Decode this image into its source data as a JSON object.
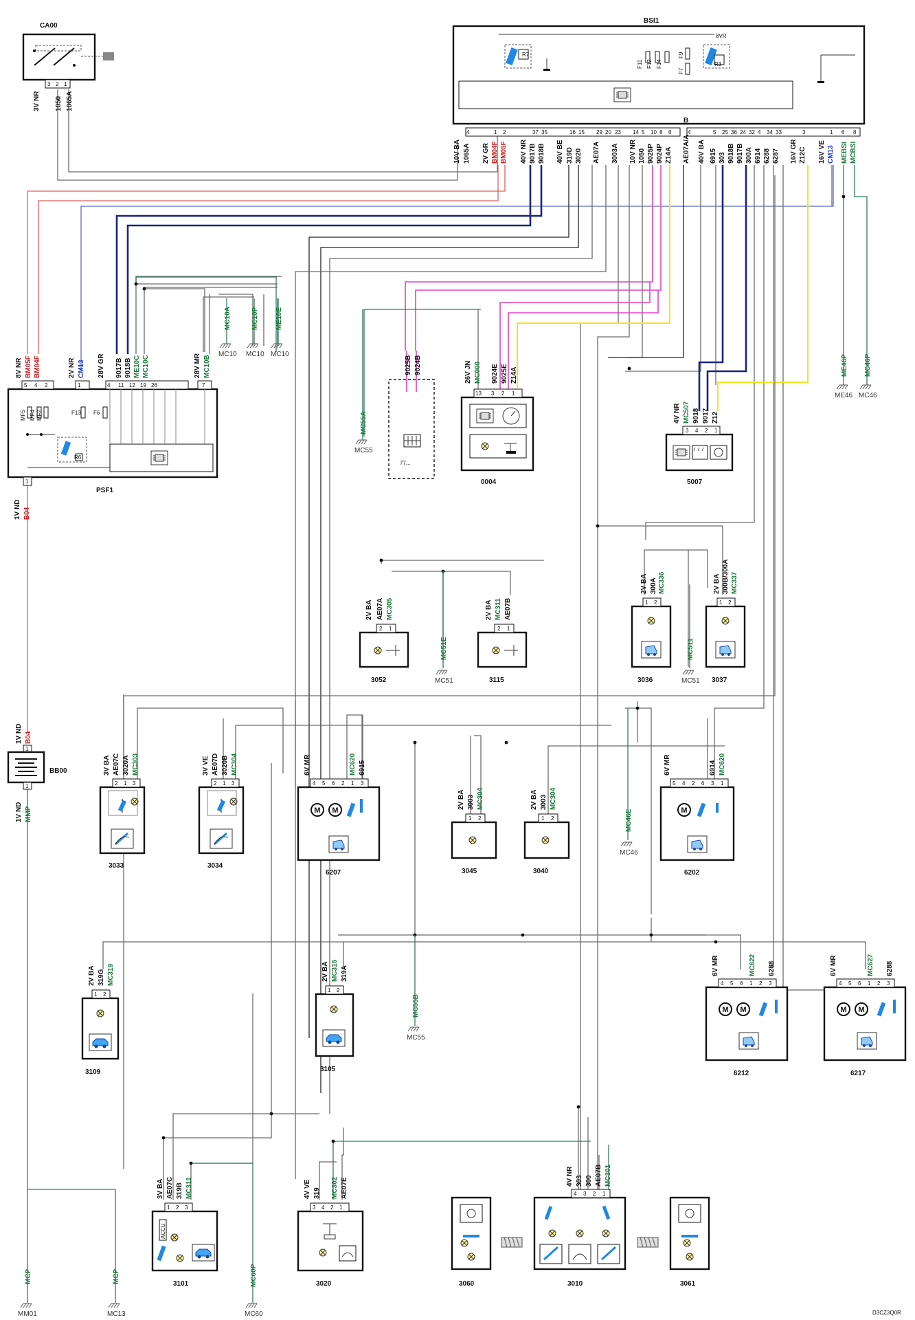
{
  "components": {
    "CA00": "CA00",
    "BSI1": "BSI1",
    "PSF1": "PSF1",
    "BB00": "BB00",
    "c0004": "0004",
    "c5007": "5007",
    "c3052": "3052",
    "c3115": "3115",
    "c3036": "3036",
    "c3037": "3037",
    "c3033": "3033",
    "c3034": "3034",
    "c6207": "6207",
    "c3045": "3045",
    "c3040": "3040",
    "c6202": "6202",
    "c3109": "3109",
    "c3105": "3105",
    "c6212": "6212",
    "c6217": "6217",
    "c3101": "3101",
    "c3020": "3020",
    "c3060": "3060",
    "c3010": "3010",
    "c3061": "3061",
    "c77": "77..."
  },
  "ca00": {
    "conn": "3V NR",
    "wires": [
      "1050",
      "1065A"
    ],
    "pins": [
      "3",
      "2",
      "1"
    ]
  },
  "bsi": {
    "relays": [
      "R7",
      "R3",
      "8VR"
    ],
    "fuses": [
      "F11",
      "F12",
      "F14",
      "F9",
      "F7"
    ],
    "marker": "B",
    "pinsA": [
      "4",
      "1",
      "2",
      "37",
      "35",
      "16",
      "15",
      "29",
      "20",
      "23",
      "14",
      "5",
      "10",
      "8",
      "6"
    ],
    "pinsB": [
      "4",
      "5",
      "25",
      "36",
      "24",
      "32",
      "4",
      "34",
      "33",
      "3",
      "1",
      "6",
      "8"
    ],
    "conns": [
      "10V BA",
      "2V GR",
      "40V NR",
      "40V BE",
      "10V NR",
      "40V BA",
      "16V GR",
      "16V VE"
    ],
    "wires_black": [
      "1065A",
      "9017B",
      "9018B",
      "319D",
      "3020",
      "AE07A",
      "3003A",
      "1050",
      "9025P",
      "9024P",
      "Z14A",
      "AE07A/A",
      "6915",
      "303",
      "9018B",
      "9017B",
      "300A",
      "6914",
      "6288",
      "6287",
      "Z12C"
    ],
    "wires_red": [
      "BM04F",
      "BM05F"
    ],
    "wires_blue": [
      "CM13"
    ],
    "wires_green": [
      "MEBSI",
      "MCBSI"
    ]
  },
  "psf": {
    "conns": [
      "8V NR",
      "2V NR",
      "28V GR",
      "28V MR"
    ],
    "pins": [
      "5",
      "4",
      "2",
      "1",
      "4",
      "11",
      "12",
      "19",
      "26",
      "7"
    ],
    "wires_red": [
      "BM05F",
      "BM04F"
    ],
    "wires_blue": [
      "CM13"
    ],
    "wires_black": [
      "9017B",
      "9018B"
    ],
    "wires_green": [
      "ME10C",
      "MC10C",
      "MC10B"
    ],
    "internals": [
      "MF5",
      "MF4",
      "MF2",
      "F13",
      "F6",
      "R6"
    ],
    "out_conn": "1V ND",
    "out_wire": "B04",
    "out_pin": "1"
  },
  "mc10": {
    "wires": [
      "MC10A",
      "MC10P",
      "ME10E"
    ],
    "gnd": [
      "MC10",
      "MC10",
      "MC10"
    ]
  },
  "mc55a": {
    "wire": "MC55A",
    "gnd": "MC55"
  },
  "box77": {
    "wires": [
      "9025B",
      "9024B"
    ]
  },
  "c0004": {
    "conn": "26V JN",
    "pins": [
      "13",
      "3",
      "2",
      "1"
    ],
    "wires": [
      "MC000",
      "9024E",
      "9025E",
      "Z14A"
    ]
  },
  "c5007": {
    "conn": "4V NR",
    "pins": [
      "3",
      "4",
      "2",
      "1"
    ],
    "wires": [
      "MC507",
      "9018",
      "9017",
      "Z12"
    ]
  },
  "me46": {
    "wires": [
      "ME46P",
      "MC46P"
    ],
    "gnd": [
      "ME46",
      "MC46"
    ]
  },
  "c3052": {
    "conn": "2V BA",
    "pins": [
      "2",
      "1"
    ],
    "wires": [
      "AE07A",
      "MC305"
    ]
  },
  "mc51e": {
    "wire": "MC51E",
    "gnd": "MC51"
  },
  "c3115": {
    "conn": "2V BA",
    "pins": [
      "2",
      "1"
    ],
    "wires": [
      "MC311",
      "AE07B"
    ]
  },
  "c3036": {
    "conn": "2V BA",
    "pins": [
      "1",
      "2"
    ],
    "wires": [
      "300A",
      "MC336"
    ]
  },
  "mc511": {
    "wire": "MC511",
    "gnd": "MC51"
  },
  "c3037": {
    "conn": "2V BA",
    "pins": [
      "1",
      "2"
    ],
    "wires": [
      "300B/300A",
      "MC337"
    ]
  },
  "bb00": {
    "top_conn": "1V ND",
    "top_wire": "B04",
    "bot_conn": "1V ND",
    "bot_wire": "MMP",
    "pins": [
      "1",
      "1"
    ]
  },
  "c3033": {
    "conn": "3V BA",
    "pins": [
      "2",
      "1",
      "3"
    ],
    "wires": [
      "AE07C",
      "3020A",
      "MC303"
    ]
  },
  "c3034": {
    "conn": "3V VE",
    "pins": [
      "2",
      "1",
      "3"
    ],
    "wires": [
      "AE07D",
      "3020B",
      "MC304"
    ]
  },
  "c6207": {
    "conn": "6V MR",
    "pins": [
      "4",
      "5",
      "6",
      "2",
      "1",
      "3"
    ],
    "wires": [
      "MC620",
      "6915"
    ]
  },
  "c3045": {
    "conn": "2V BA",
    "pins": [
      "1",
      "2"
    ],
    "wires": [
      "3003",
      "MC304"
    ]
  },
  "c3040": {
    "conn": "2V BA",
    "pins": [
      "1",
      "2"
    ],
    "wires": [
      "3003",
      "MC304"
    ]
  },
  "mc46e": {
    "wire": "MC46E",
    "gnd": "MC46"
  },
  "c6202": {
    "conn": "6V MR",
    "pins": [
      "5",
      "4",
      "2",
      "6",
      "3",
      "1"
    ],
    "wires": [
      "6914",
      "MC620"
    ]
  },
  "c3109": {
    "conn": "2V BA",
    "pins": [
      "1",
      "2"
    ],
    "wires": [
      "319G",
      "MC319"
    ]
  },
  "c3105": {
    "conn": "2V BA",
    "pins": [
      "1",
      "2"
    ],
    "wires": [
      "MC315",
      "319A"
    ]
  },
  "mc55b": {
    "wire": "MC55B",
    "gnd": "MC55"
  },
  "c6212": {
    "conn": "6V MR",
    "pins": [
      "4",
      "5",
      "6",
      "1",
      "2",
      "3"
    ],
    "wires": [
      "MC622",
      "6288"
    ]
  },
  "c6217": {
    "conn": "6V MR",
    "pins": [
      "4",
      "5",
      "6",
      "1",
      "2",
      "3"
    ],
    "wires": [
      "MC627",
      "6288"
    ]
  },
  "c3101": {
    "conn": "3V BA",
    "pins": [
      "1",
      "2",
      "3"
    ],
    "wires": [
      "AE07C",
      "319B",
      "MC311"
    ],
    "inner": "ACCU"
  },
  "mc60p": {
    "wire": "MC60P",
    "gnd": "MC60"
  },
  "c3020": {
    "conn": "4V VE",
    "pins": [
      "3",
      "4",
      "2",
      "1"
    ],
    "wires": [
      "319",
      "MC302",
      "AE07E"
    ]
  },
  "c3010": {
    "conn": "4V NR",
    "pins": [
      "4",
      "3",
      "2",
      "1"
    ],
    "wires": [
      "303",
      "300",
      "AE07B",
      "MC301"
    ]
  },
  "mcp": {
    "wires": [
      "MCP",
      "MCP"
    ],
    "gnd": [
      "MM01",
      "MC13"
    ]
  },
  "ref": "D3CZ3Q0R",
  "colors": {
    "red": "#e35a5a",
    "navy": "#1a237e",
    "blue": "#5c6bc0",
    "magenta": "#e040c8",
    "yellow": "#f4e22a",
    "green": "#2e7d5a",
    "label_green": "#1b7a3a",
    "label_red": "#d32020",
    "label_blue": "#1f3cc8"
  },
  "icons": [
    "ignition-switch-icon",
    "relay-icon",
    "fuse-icon",
    "ecu-chip-icon",
    "lamp-icon",
    "motor-icon",
    "switch-icon",
    "door-icon",
    "car-icon",
    "ground-icon",
    "rain-sensor-icon",
    "roof-light-icon"
  ]
}
